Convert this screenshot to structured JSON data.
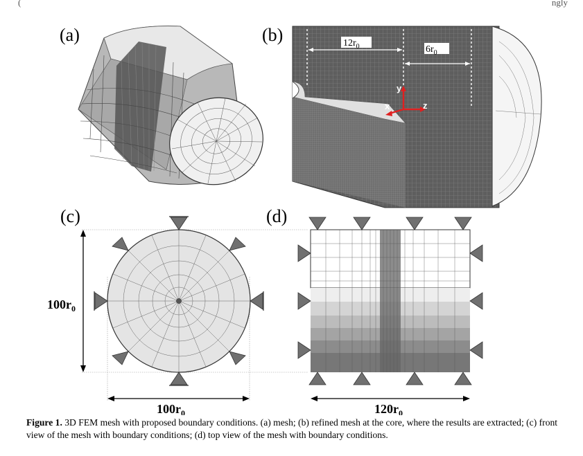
{
  "header": {
    "left_fragment": "(",
    "right_fragment": "ngly"
  },
  "panels": {
    "a": {
      "label": "(a)"
    },
    "b": {
      "label": "(b)",
      "dim_left": "12r",
      "dim_left_sub": "0",
      "dim_right": "6r",
      "dim_right_sub": "0",
      "axis_y": "y",
      "axis_x": "x",
      "axis_z": "z"
    },
    "c": {
      "label": "(c)",
      "height_dim": "100r",
      "height_dim_sub": "0",
      "width_dim": "100r",
      "width_dim_sub": "0"
    },
    "d": {
      "label": "(d)",
      "width_dim": "120r",
      "width_dim_sub": "0"
    }
  },
  "caption": {
    "lead": "Figure 1.",
    "text": " 3D FEM mesh with proposed boundary conditions. (a) mesh; (b) refined mesh at the core, where the results are extracted; (c) front view of the mesh with boundary conditions; (d) top view of the mesh with boundary conditions."
  },
  "colors": {
    "mesh_dark": "#5a5a5a",
    "mesh_mid": "#9a9a9a",
    "mesh_light": "#e6e6e6",
    "axis_red": "#e02020"
  }
}
